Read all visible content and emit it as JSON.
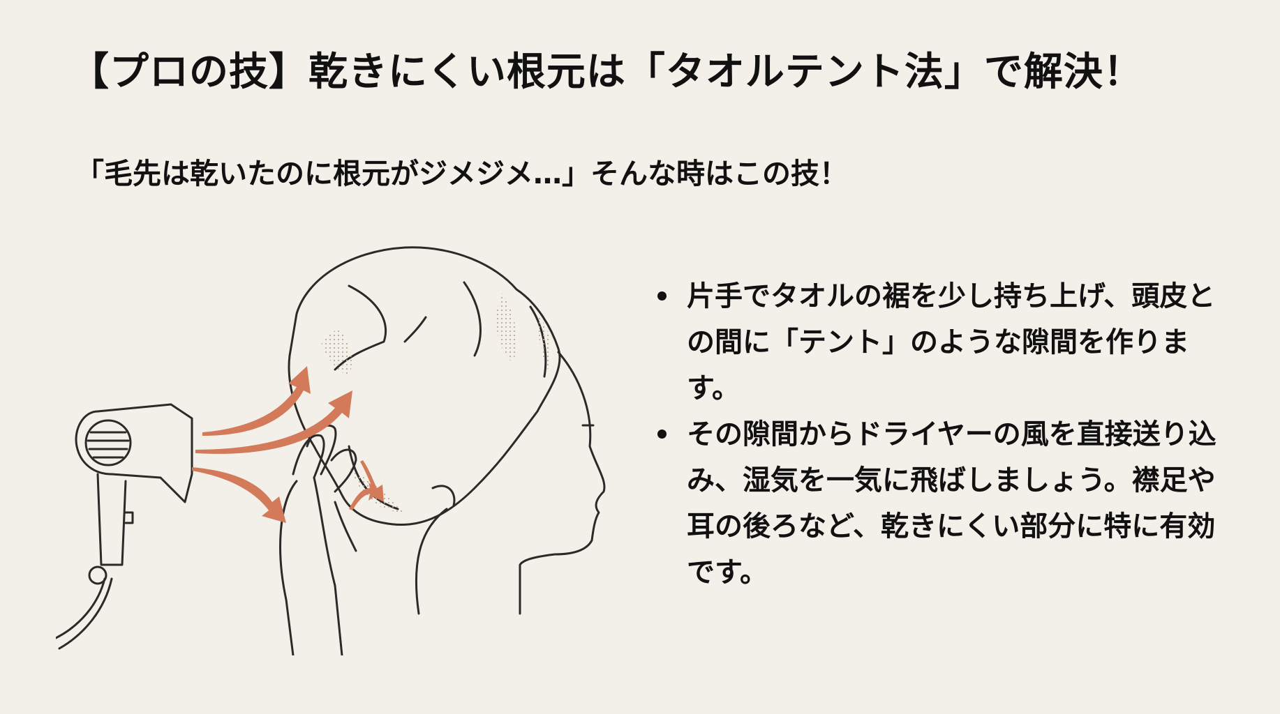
{
  "slide": {
    "title": "【プロの技】乾きにくい根元は「タオルテント法」で解決！",
    "subtitle": "「毛先は乾いたのに根元がジメジメ…」そんな時はこの技！",
    "bullets": [
      {
        "text": "片手でタオルの裾を少し持ち上げ、頭皮との間に「テント」のような隙間を作ります。"
      },
      {
        "text": "その隙間からドライヤーの風を直接送り込み、湿気を一気に飛ばしましょう。襟足や耳の後ろなど、乾きにくい部分に特に有効です。"
      }
    ]
  },
  "illustration": {
    "description": "hair-dryer-blowing-air-under-lifted-towel-on-head",
    "colors": {
      "line": "#2b2a28",
      "arrow": "#d27a5a",
      "dots": "#b9ab95",
      "background": "#f3f0ea"
    }
  }
}
